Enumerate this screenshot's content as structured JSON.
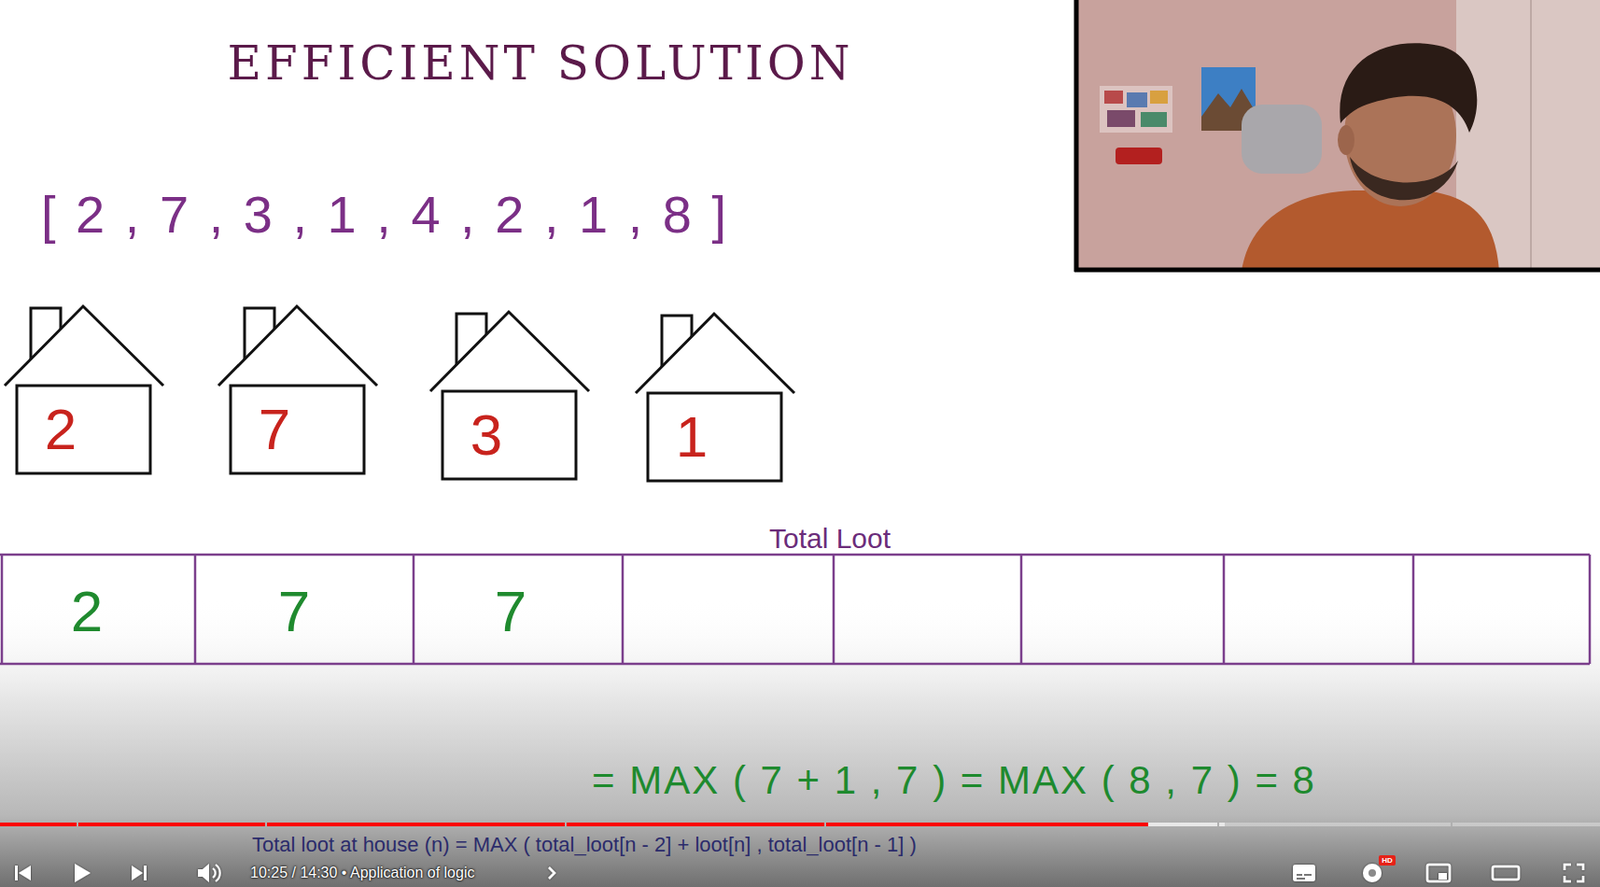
{
  "diagram": {
    "title": "EFFICIENT SOLUTION",
    "nodes": [
      {
        "text": [
          "2"
        ]
      },
      {
        "text": [
          "7"
        ]
      },
      {
        "text": [
          "3"
        ]
      },
      {
        "text": [
          "1"
        ]
      }
    ],
    "labels": [
      "[ 2 , 7 , 3 , 1 , 4 , 2 , 1 , 8 ]",
      "Total Loot",
      "2",
      "7",
      "7",
      "= MAX ( 7 + 1 , 7 ) = MAX ( 8 , 7 ) = 8",
      "Total loot at house (n) = MAX ( total_loot[n - 2] + loot[n] , total_loot[n - 1] )",
      "10:25 / 14:30 • Application of logic",
      "HD"
    ]
  }
}
